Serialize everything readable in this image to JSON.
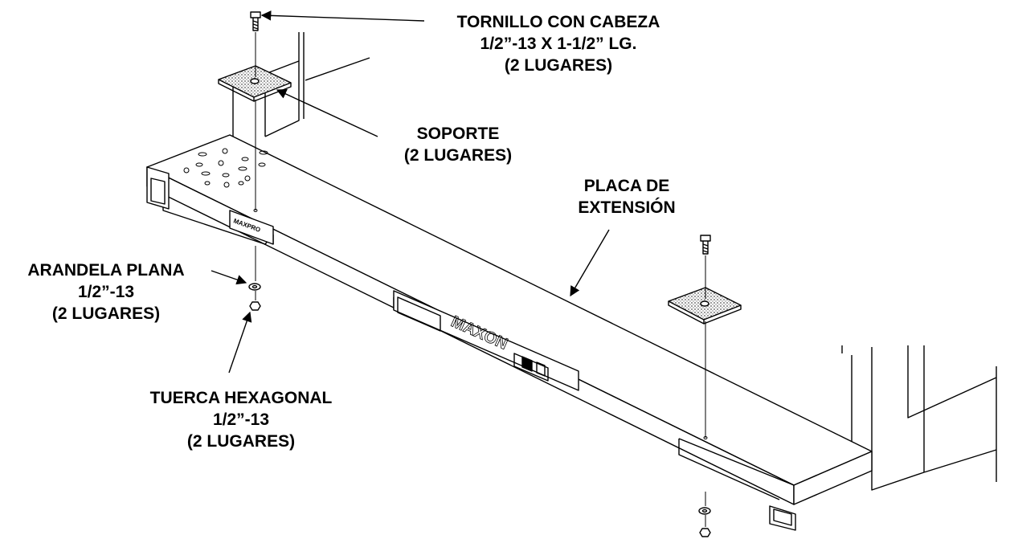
{
  "labels": {
    "cap_screw": {
      "line1": "TORNILLO CON CABEZA",
      "line2": "1/2”-13 X 1-1/2” LG.",
      "line3": "(2 LUGARES)"
    },
    "bracket": {
      "line1": "SOPORTE",
      "line2": "(2 LUGARES)"
    },
    "extension_plate": {
      "line1": "PLACA DE",
      "line2": "EXTENSIÓN"
    },
    "flat_washer": {
      "line1": "ARANDELA PLANA",
      "line2": "1/2”-13",
      "line3": "(2 LUGARES)"
    },
    "hex_nut": {
      "line1": "TUERCA HEXAGONAL",
      "line2": "1/2”-13",
      "line3": "(2 LUGARES)"
    }
  },
  "decals": {
    "small_logo": "MAXPRO",
    "main_logo": "MAXON"
  },
  "colors": {
    "ink": "#000000",
    "paper": "#ffffff",
    "stipple": "#8a8a8a"
  }
}
